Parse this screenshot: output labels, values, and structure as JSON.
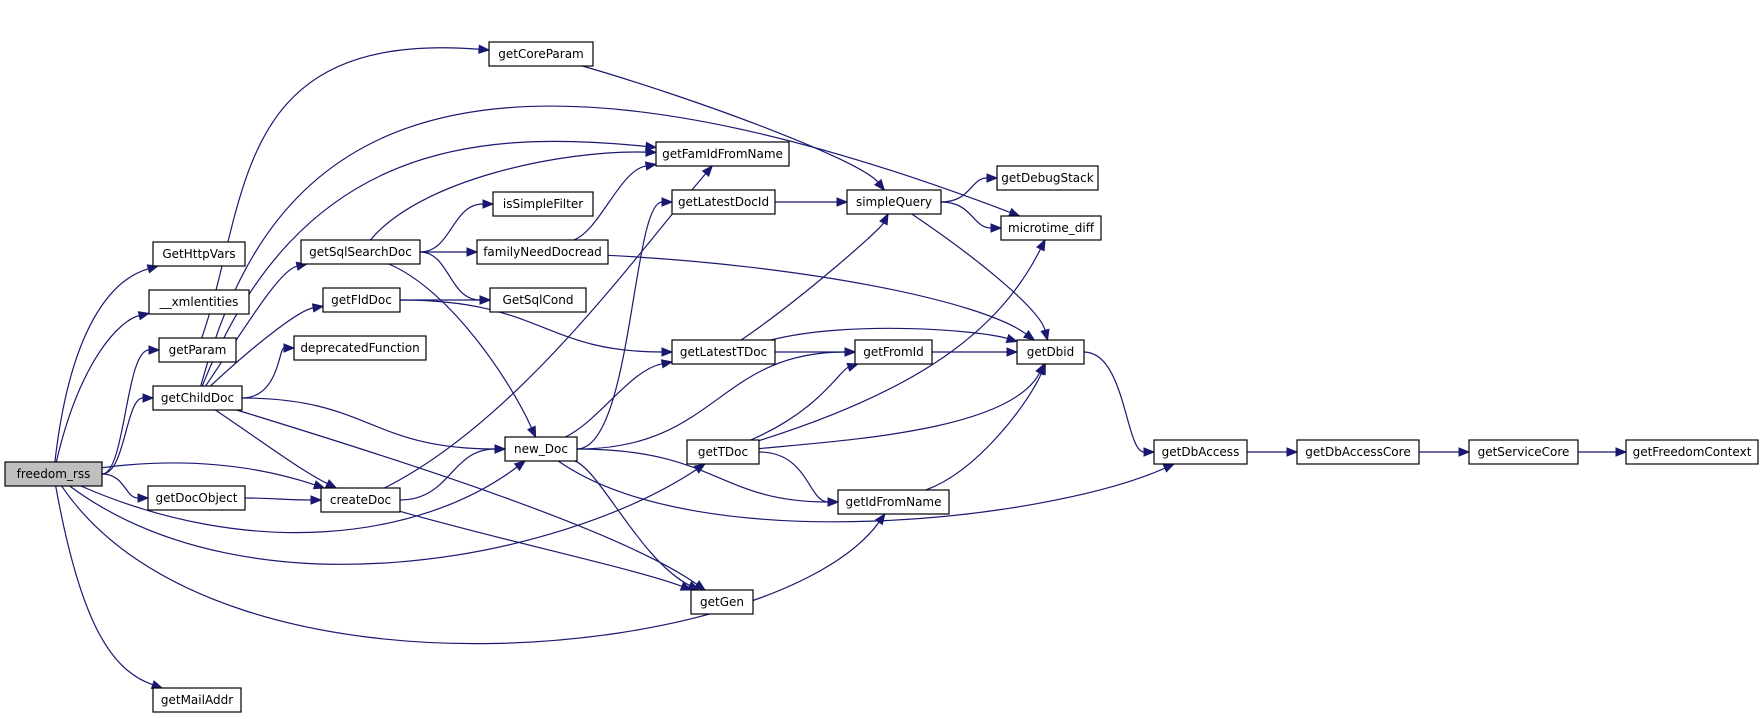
{
  "diagram": {
    "type": "call-graph",
    "nodes": [
      {
        "id": "freedom_rss",
        "label": "freedom_rss",
        "root": true
      },
      {
        "id": "GetHttpVars",
        "label": "GetHttpVars"
      },
      {
        "id": "xmlentities",
        "label": "__xmlentities"
      },
      {
        "id": "getParam",
        "label": "getParam"
      },
      {
        "id": "getChildDoc",
        "label": "getChildDoc"
      },
      {
        "id": "getDocObject",
        "label": "getDocObject"
      },
      {
        "id": "getMailAddr",
        "label": "getMailAddr"
      },
      {
        "id": "getSqlSearchDoc",
        "label": "getSqlSearchDoc"
      },
      {
        "id": "getFldDoc",
        "label": "getFldDoc"
      },
      {
        "id": "deprecatedFunction",
        "label": "deprecatedFunction"
      },
      {
        "id": "createDoc",
        "label": "createDoc"
      },
      {
        "id": "new_Doc",
        "label": "new_Doc"
      },
      {
        "id": "getCoreParam",
        "label": "getCoreParam"
      },
      {
        "id": "getFamIdFromName",
        "label": "getFamIdFromName"
      },
      {
        "id": "isSimpleFilter",
        "label": "isSimpleFilter"
      },
      {
        "id": "familyNeedDocread",
        "label": "familyNeedDocread"
      },
      {
        "id": "GetSqlCond",
        "label": "GetSqlCond"
      },
      {
        "id": "getLatestDocId",
        "label": "getLatestDocId"
      },
      {
        "id": "getLatestTDoc",
        "label": "getLatestTDoc"
      },
      {
        "id": "getTDoc",
        "label": "getTDoc"
      },
      {
        "id": "getGen",
        "label": "getGen"
      },
      {
        "id": "simpleQuery",
        "label": "simpleQuery"
      },
      {
        "id": "getFromId",
        "label": "getFromId"
      },
      {
        "id": "getIdFromName",
        "label": "getIdFromName"
      },
      {
        "id": "getDebugStack",
        "label": "getDebugStack"
      },
      {
        "id": "microtime_diff",
        "label": "microtime_diff"
      },
      {
        "id": "getDbid",
        "label": "getDbid"
      },
      {
        "id": "getDbAccess",
        "label": "getDbAccess"
      },
      {
        "id": "getDbAccessCore",
        "label": "getDbAccessCore"
      },
      {
        "id": "getServiceCore",
        "label": "getServiceCore"
      },
      {
        "id": "getFreedomContext",
        "label": "getFreedomContext"
      }
    ],
    "edges": [
      {
        "from": "freedom_rss",
        "to": "GetHttpVars"
      },
      {
        "from": "freedom_rss",
        "to": "xmlentities"
      },
      {
        "from": "freedom_rss",
        "to": "getParam"
      },
      {
        "from": "freedom_rss",
        "to": "getChildDoc"
      },
      {
        "from": "freedom_rss",
        "to": "getDocObject"
      },
      {
        "from": "freedom_rss",
        "to": "createDoc"
      },
      {
        "from": "freedom_rss",
        "to": "new_Doc"
      },
      {
        "from": "freedom_rss",
        "to": "getTDoc"
      },
      {
        "from": "freedom_rss",
        "to": "getIdFromName"
      },
      {
        "from": "freedom_rss",
        "to": "getMailAddr"
      },
      {
        "from": "getParam",
        "to": "getCoreParam"
      },
      {
        "from": "getChildDoc",
        "to": "getSqlSearchDoc"
      },
      {
        "from": "getChildDoc",
        "to": "getFldDoc"
      },
      {
        "from": "getChildDoc",
        "to": "deprecatedFunction"
      },
      {
        "from": "getChildDoc",
        "to": "createDoc"
      },
      {
        "from": "getChildDoc",
        "to": "new_Doc"
      },
      {
        "from": "getChildDoc",
        "to": "getGen"
      },
      {
        "from": "getChildDoc",
        "to": "getFamIdFromName"
      },
      {
        "from": "getChildDoc",
        "to": "microtime_diff"
      },
      {
        "from": "getDocObject",
        "to": "createDoc"
      },
      {
        "from": "getSqlSearchDoc",
        "to": "getFamIdFromName"
      },
      {
        "from": "getSqlSearchDoc",
        "to": "isSimpleFilter"
      },
      {
        "from": "getSqlSearchDoc",
        "to": "familyNeedDocread"
      },
      {
        "from": "getSqlSearchDoc",
        "to": "GetSqlCond"
      },
      {
        "from": "getSqlSearchDoc",
        "to": "new_Doc"
      },
      {
        "from": "getFldDoc",
        "to": "GetSqlCond"
      },
      {
        "from": "getFldDoc",
        "to": "getLatestTDoc"
      },
      {
        "from": "createDoc",
        "to": "new_Doc"
      },
      {
        "from": "createDoc",
        "to": "getFamIdFromName"
      },
      {
        "from": "createDoc",
        "to": "getGen"
      },
      {
        "from": "new_Doc",
        "to": "getLatestDocId"
      },
      {
        "from": "new_Doc",
        "to": "getLatestTDoc"
      },
      {
        "from": "new_Doc",
        "to": "getFromId"
      },
      {
        "from": "new_Doc",
        "to": "getIdFromName"
      },
      {
        "from": "new_Doc",
        "to": "getGen"
      },
      {
        "from": "new_Doc",
        "to": "getDbAccess"
      },
      {
        "from": "familyNeedDocread",
        "to": "getFamIdFromName"
      },
      {
        "from": "familyNeedDocread",
        "to": "getDbid"
      },
      {
        "from": "getCoreParam",
        "to": "simpleQuery"
      },
      {
        "from": "getLatestDocId",
        "to": "simpleQuery"
      },
      {
        "from": "getLatestTDoc",
        "to": "simpleQuery"
      },
      {
        "from": "getLatestTDoc",
        "to": "getFromId"
      },
      {
        "from": "getLatestTDoc",
        "to": "getDbid"
      },
      {
        "from": "getTDoc",
        "to": "getFromId"
      },
      {
        "from": "getTDoc",
        "to": "getDbid"
      },
      {
        "from": "getTDoc",
        "to": "microtime_diff"
      },
      {
        "from": "getTDoc",
        "to": "getIdFromName"
      },
      {
        "from": "getFromId",
        "to": "getDbid"
      },
      {
        "from": "getIdFromName",
        "to": "getDbid"
      },
      {
        "from": "simpleQuery",
        "to": "getDebugStack"
      },
      {
        "from": "simpleQuery",
        "to": "microtime_diff"
      },
      {
        "from": "simpleQuery",
        "to": "getDbid"
      },
      {
        "from": "getDbid",
        "to": "getDbAccess"
      },
      {
        "from": "getDbAccess",
        "to": "getDbAccessCore"
      },
      {
        "from": "getDbAccessCore",
        "to": "getServiceCore"
      },
      {
        "from": "getServiceCore",
        "to": "getFreedomContext"
      }
    ]
  }
}
